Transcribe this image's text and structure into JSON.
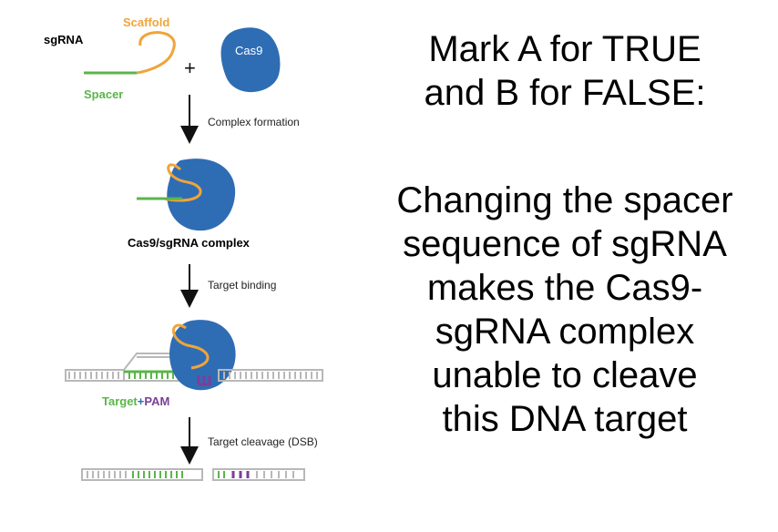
{
  "diagram": {
    "sgrna_label": "sgRNA",
    "scaffold_label": "Scaffold",
    "spacer_label": "Spacer",
    "plus_sign": "+",
    "cas9_label": "Cas9",
    "step1_label": "Complex formation",
    "complex_label": "Cas9/sgRNA complex",
    "step2_label": "Target binding",
    "target_label": "Target",
    "target_plus": "+",
    "pam_label": "PAM",
    "step3_label": "Target cleavage (DSB)",
    "colors": {
      "cas9": "#2e6db4",
      "scaffold": "#f0a43a",
      "spacer": "#5bb54a",
      "pam": "#7a3f98",
      "dna": "#b8b8b8"
    }
  },
  "question": {
    "heading": [
      "Mark A for TRUE",
      "and B for FALSE:"
    ],
    "statement": [
      "Changing the spacer",
      "sequence of sgRNA",
      "makes the Cas9-",
      "sgRNA complex",
      "unable to cleave",
      "this DNA target"
    ]
  }
}
